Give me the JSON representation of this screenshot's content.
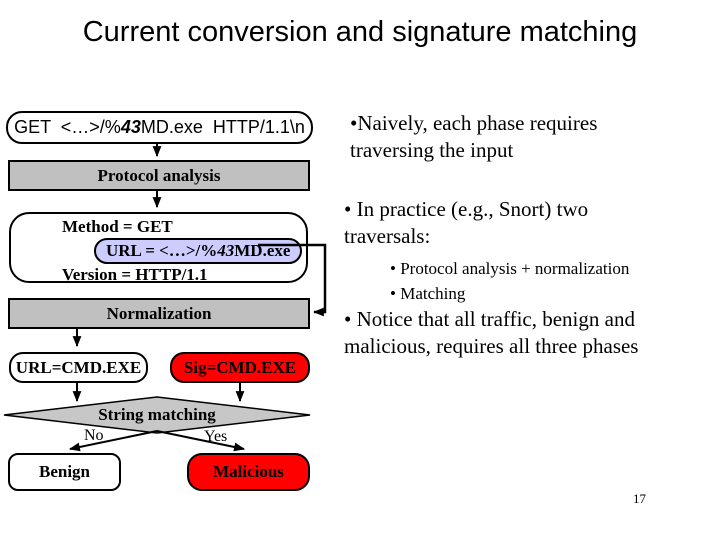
{
  "slide": {
    "title": "Current conversion and signature matching",
    "page_number": "17"
  },
  "flowchart": {
    "request": {
      "prefix": "GET  <…>/%",
      "highlight": "43",
      "suffix": "MD.exe  HTTP/1.1\\n"
    },
    "protocol_label": "Protocol analysis",
    "parsed": {
      "method": "Method = GET",
      "url": {
        "prefix": "URL = <…>/%",
        "highlight": "43",
        "suffix": "MD.exe"
      },
      "version": "Version = HTTP/1.1"
    },
    "normalization_label": "Normalization",
    "url_result": "URL=CMD.EXE",
    "sig_result": "Sig=CMD.EXE",
    "decision_label": "String matching",
    "no_label": "No",
    "yes_label": "Yes",
    "benign_label": "Benign",
    "malicious_label": "Malicious"
  },
  "bullets": {
    "b1": "•Naively, each phase requires\ntraversing the input",
    "b2": "• In practice (e.g., Snort) two\ntraversals:",
    "sub": [
      "• Protocol analysis + normalization",
      "• Matching"
    ],
    "b3": "• Notice that all traffic, benign and\nmalicious, requires all three phases"
  },
  "colors": {
    "process_gray": "#C0C0C0",
    "alert_red": "#FF0000",
    "highlight_lavender": "#CCCCFF"
  }
}
